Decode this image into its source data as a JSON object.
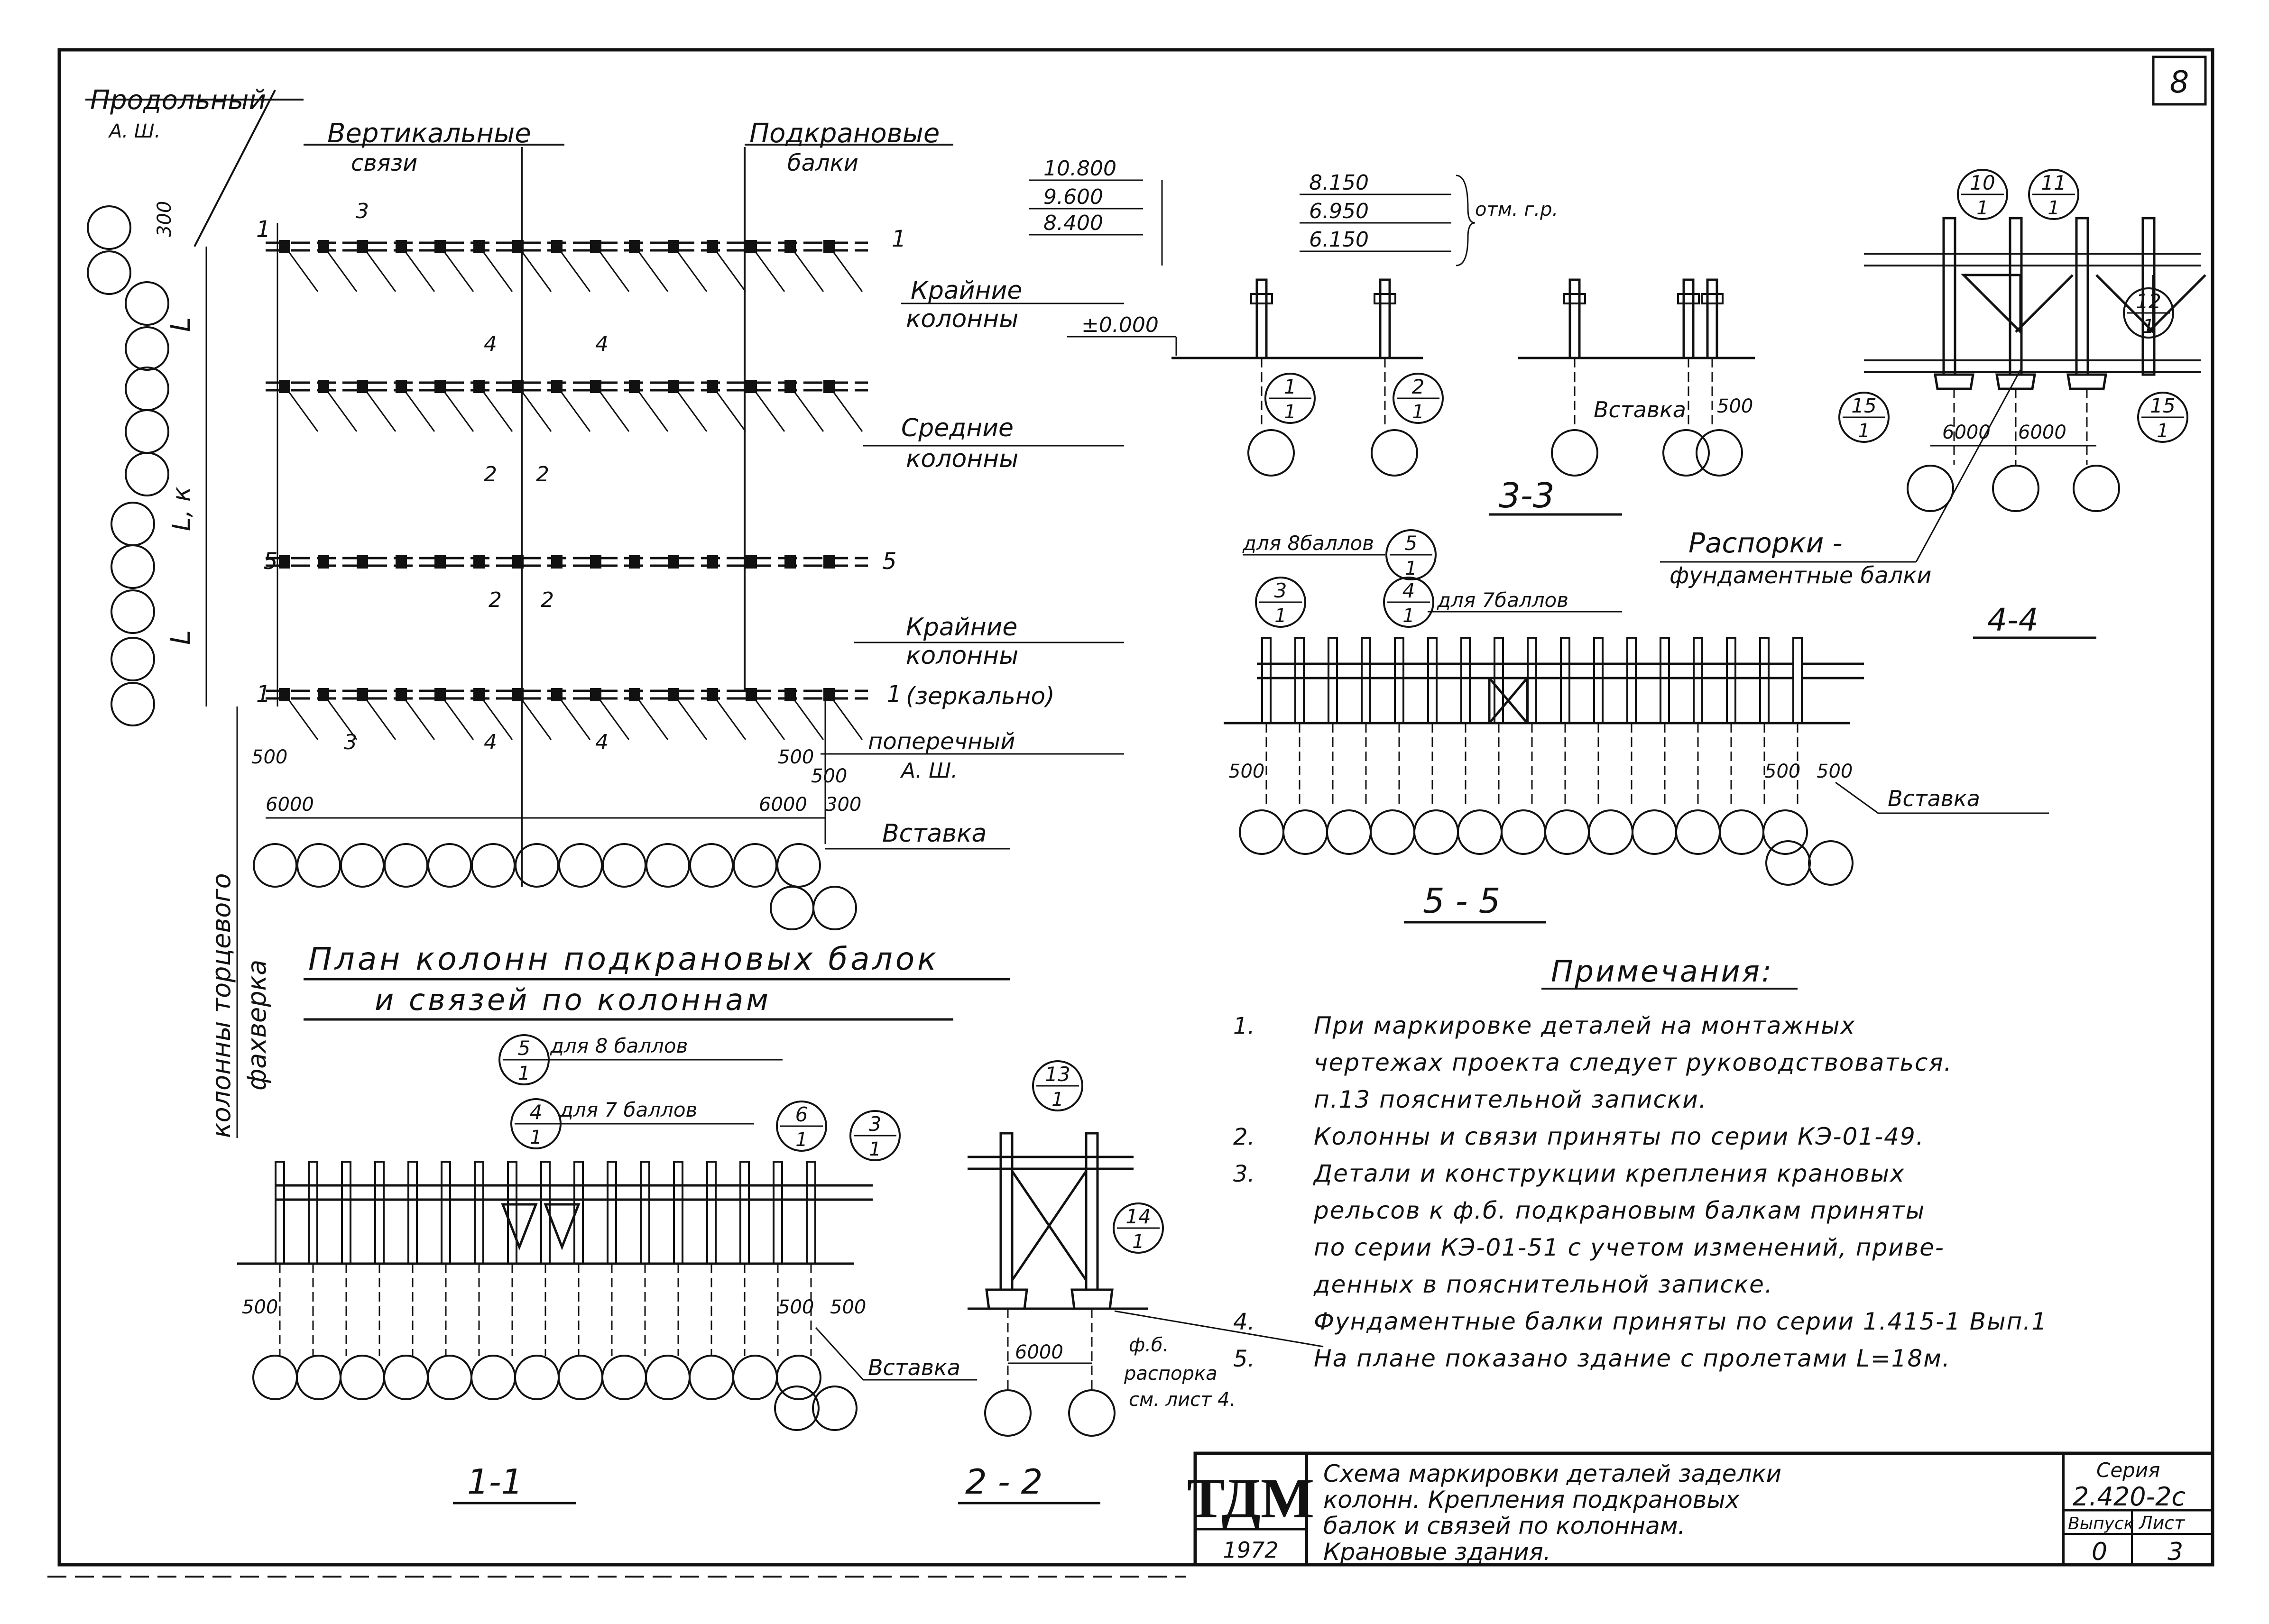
{
  "sheet": {
    "number": "8"
  },
  "plan": {
    "label_longitudinal": "Продольный",
    "label_axis_short": "А. Ш.",
    "label_vertical_ties": "Вертикальные",
    "label_vertical_ties_2": "связи",
    "label_crane_beams": "Подкрановые",
    "label_crane_beams_2": "балки",
    "label_outer_cols": "Крайние",
    "label_outer_cols_2": "колонны",
    "label_mid_cols": "Средние",
    "label_mid_cols_2": "колонны",
    "label_outer_cols_b": "Крайние",
    "label_outer_cols_b2": "колонны",
    "label_mirror": "(зеркально)",
    "label_transverse": "поперечный",
    "label_transverse_2": "А. Ш.",
    "label_insert": "Вставка",
    "label_end_cols": "колонны торцевого",
    "label_end_cols_2": "фахверка",
    "dim_300": "300",
    "dim_500a": "500",
    "dim_500b": "500",
    "dim_500c": "500",
    "dim_6000a": "6000",
    "dim_6000b": "6000",
    "dim_300b": "300",
    "dim_L": "L",
    "dim_Lk": "L, к",
    "dim_L2": "L",
    "sec_1": "1",
    "sec_2": "2",
    "sec_3": "3",
    "sec_4": "4",
    "sec_5": "5",
    "title": "План колонн подкрановых балок",
    "title_2": "и связей по колоннам"
  },
  "section_33": {
    "elev": [
      "10.800",
      "9.600",
      "8.400"
    ],
    "elev_rr": [
      "8.150",
      "6.950",
      "6.150"
    ],
    "elev_rr_label": "отм. г.р.",
    "zero": "±0.000",
    "insert_label": "Вставка",
    "insert_dim": "500",
    "markers": [
      {
        "n": "1",
        "d": "1"
      },
      {
        "n": "2",
        "d": "1"
      }
    ],
    "title": "3-3"
  },
  "section_44": {
    "markers": [
      {
        "n": "10",
        "d": "1"
      },
      {
        "n": "11",
        "d": "1"
      },
      {
        "n": "12",
        "d": "1"
      },
      {
        "n": "15",
        "d": "1"
      },
      {
        "n": "15",
        "d": "1"
      }
    ],
    "dim_a": "6000",
    "dim_b": "6000",
    "label": "Распорки -",
    "label_2": "фундаментные балки",
    "title": "4-4"
  },
  "section_55": {
    "for8": "для 8баллов",
    "for7": "для 7баллов",
    "markers": [
      {
        "n": "5",
        "d": "1"
      },
      {
        "n": "3",
        "d": "1"
      },
      {
        "n": "4",
        "d": "1"
      }
    ],
    "dim_a": "500",
    "dim_b": "500",
    "dim_c": "500",
    "insert_label": "Вставка",
    "title": "5 - 5"
  },
  "section_11": {
    "for8": "для 8 баллов",
    "for7": "для 7 баллов",
    "markers": [
      {
        "n": "5",
        "d": "1"
      },
      {
        "n": "4",
        "d": "1"
      },
      {
        "n": "6",
        "d": "1"
      },
      {
        "n": "3",
        "d": "1"
      }
    ],
    "dim_a": "500",
    "dim_b": "500",
    "dim_c": "500",
    "insert_label": "Вставка",
    "title": "1-1"
  },
  "section_22": {
    "markers": [
      {
        "n": "13",
        "d": "1"
      },
      {
        "n": "14",
        "d": "1"
      }
    ],
    "dim": "6000",
    "note_1": "ф.б.",
    "note_2": "распорка",
    "note_3": "см. лист 4.",
    "title": "2 - 2"
  },
  "notes": {
    "title": "Примечания:",
    "lines": [
      {
        "num": "1.",
        "text": "При маркировке деталей на монтажных"
      },
      {
        "num": "",
        "text": "чертежах проекта следует руководствоваться."
      },
      {
        "num": "",
        "text": "п.13 пояснительной записки."
      },
      {
        "num": "2.",
        "text": "Колонны и связи приняты по серии КЭ-01-49."
      },
      {
        "num": "3.",
        "text": "Детали и конструкции крепления крановых"
      },
      {
        "num": "",
        "text": "рельсов к ф.б. подкрановым балкам приняты"
      },
      {
        "num": "",
        "text": "по серии КЭ-01-51 с учетом изменений, приве-"
      },
      {
        "num": "",
        "text": "денных в пояснительной записке."
      },
      {
        "num": "4.",
        "text": "Фундаментные балки приняты по серии 1.415-1 Вып.1"
      },
      {
        "num": "5.",
        "text": "На плане показано здание с пролетами L=18м."
      }
    ]
  },
  "stamp": {
    "org": "ТДМ",
    "year": "1972",
    "title_lines": [
      "Схема маркировки деталей заделки",
      "колонн. Крепления подкрановых",
      "балок и связей по колоннам.",
      "Крановые здания."
    ],
    "series_label": "Серия",
    "series_value": "2.420-2с",
    "issue_label": "Выпуск",
    "issue_value": "0",
    "sheet_label": "Лист",
    "sheet_value": "3"
  }
}
